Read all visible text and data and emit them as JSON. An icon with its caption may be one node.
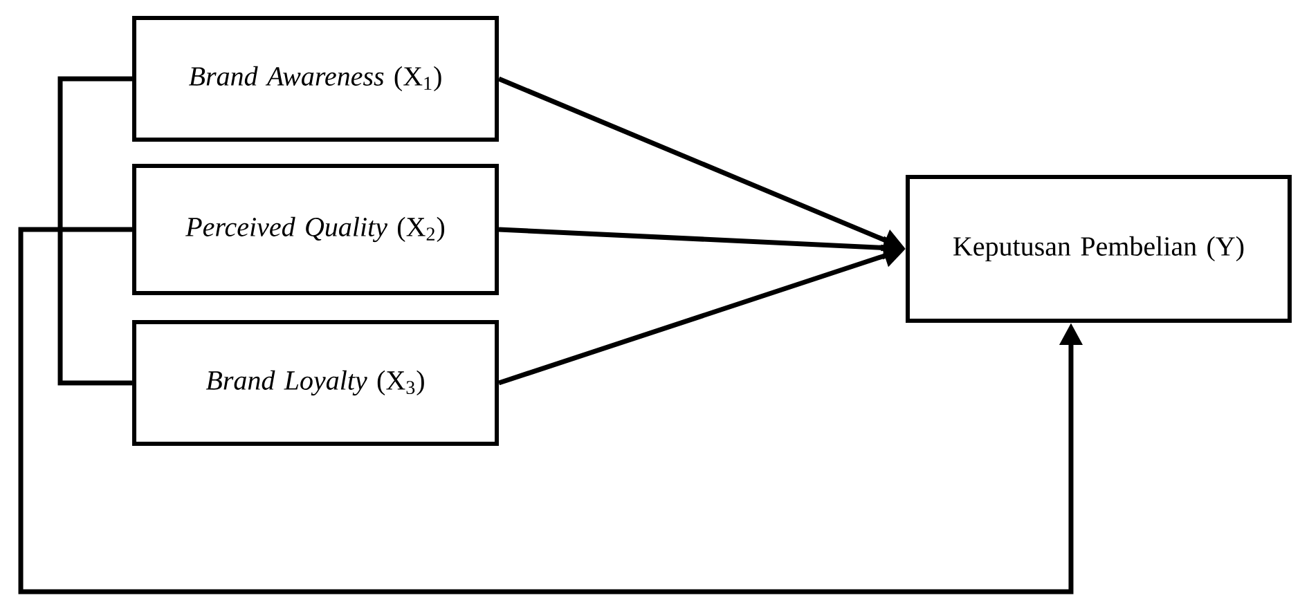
{
  "diagram": {
    "nodes": [
      {
        "text": [
          "*Brand Awareness* (X$_{1}$)"
        ]
      },
      {
        "text": [
          "*Perceived Quality* (X$_{2}$)"
        ]
      },
      {
        "text": [
          "*Brand Loyalty* (X$_{3}$)"
        ]
      },
      {
        "text": [
          "Keputusan Pembelian (Y)"
        ]
      }
    ],
    "edges": [
      {
        "from": 0,
        "to": 3,
        "arrow": "to"
      },
      {
        "from": 1,
        "to": 3,
        "arrow": "to"
      },
      {
        "from": 2,
        "to": 3,
        "arrow": "to"
      },
      {
        "from": 0,
        "to": 2,
        "arrow": "none"
      },
      {
        "from": 1,
        "to": 3,
        "arrow": "to"
      }
    ]
  }
}
